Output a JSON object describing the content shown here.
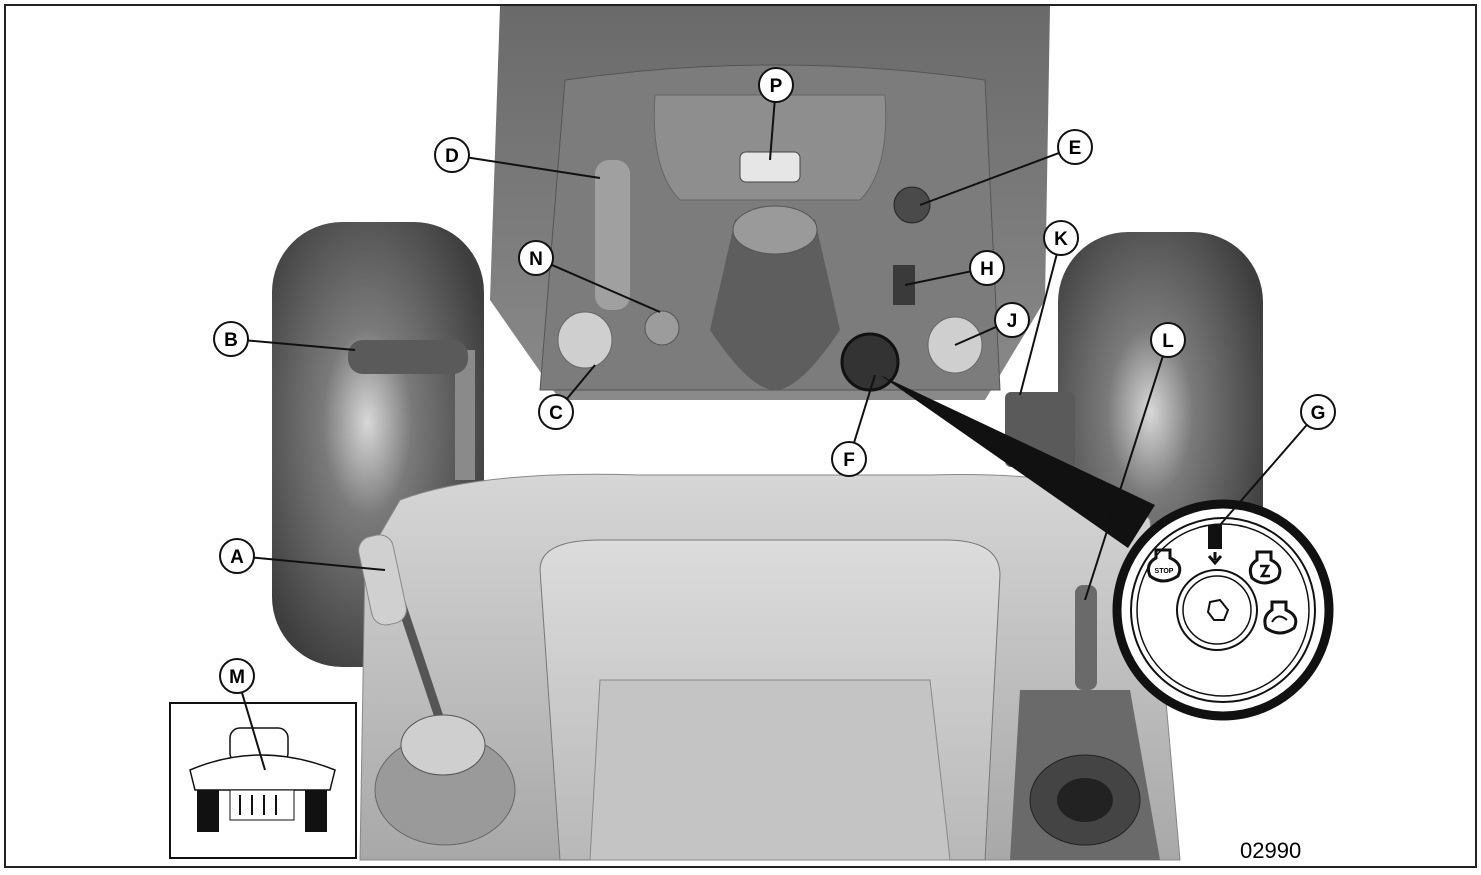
{
  "figure_code": "02990",
  "callouts": [
    {
      "letter": "P"
    },
    {
      "letter": "D"
    },
    {
      "letter": "E"
    },
    {
      "letter": "K"
    },
    {
      "letter": "H"
    },
    {
      "letter": "N"
    },
    {
      "letter": "B"
    },
    {
      "letter": "J"
    },
    {
      "letter": "L"
    },
    {
      "letter": "C"
    },
    {
      "letter": "G"
    },
    {
      "letter": "F"
    },
    {
      "letter": "A"
    },
    {
      "letter": "M"
    }
  ],
  "ignition_inset": {
    "stop_label": "STOP"
  }
}
